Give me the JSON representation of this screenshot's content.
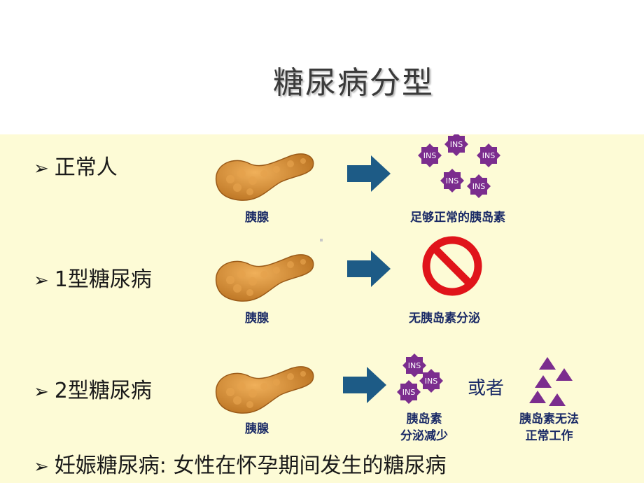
{
  "title": "糖尿病分型",
  "rows": [
    {
      "label": "正常人",
      "organ_caption": "胰腺",
      "result_caption": "足够正常的胰岛素"
    },
    {
      "label": "1型糖尿病",
      "organ_caption": "胰腺",
      "result_caption": "无胰岛素分泌"
    },
    {
      "label": "2型糖尿病",
      "organ_caption": "胰腺",
      "result_caption_a": [
        "胰岛素",
        "分泌减少"
      ],
      "or_text": "或者",
      "result_caption_b": [
        "胰岛素无法",
        "正常工作"
      ]
    }
  ],
  "footer_bullet": "妊娠糖尿病: 女性在怀孕期间发生的糖尿病",
  "ins_label": "INS",
  "colors": {
    "panel": "#fdfbd6",
    "arrow": "#1d5b86",
    "ins": "#7b2d8e",
    "prohibit": "#e0141a",
    "pancreas": "#d08a32"
  }
}
